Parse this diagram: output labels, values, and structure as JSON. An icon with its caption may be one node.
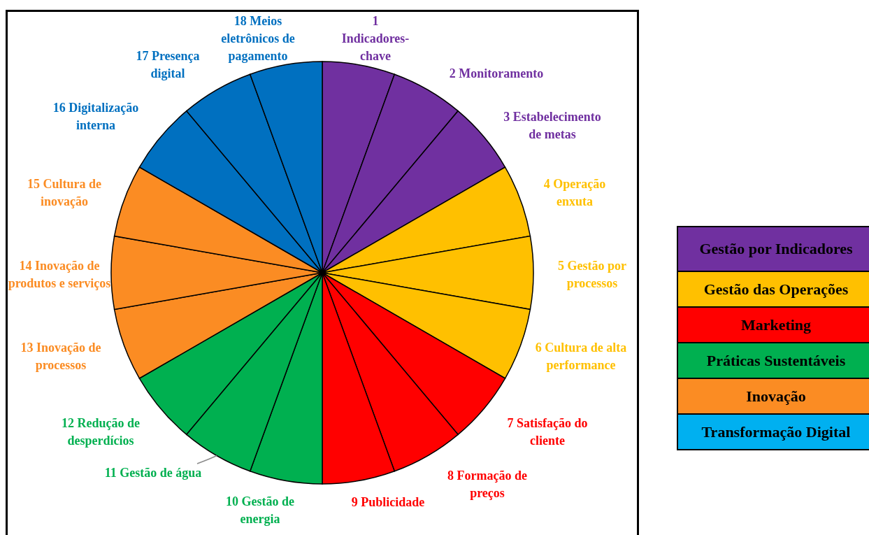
{
  "diagram": {
    "nodes": [
      {
        "text": [
          "11 Gestão de água"
        ]
      },
      {
        "text": [],
        "shape": "wedge"
      }
    ],
    "edges": [
      {
        "from": 0,
        "to": 1,
        "arrow": "none"
      }
    ],
    "labels": [
      "18 Meios eletrônicos de pagamento",
      "1 Indicadores-chave",
      "17 Presença digital",
      "2 Monitoramento",
      "16 Digitalização interna",
      "3 Estabelecimento de metas",
      "15 Cultura de inovação",
      "4 Operação enxuta",
      "14 Inovação de produtos e serviços",
      "5 Gestão por processos",
      "13 Inovação de processos",
      "6 Cultura de alta performance",
      "12 Redução de desperdícios",
      "7 Satisfação do cliente",
      "8 Formação de preços",
      "9 Publicidade",
      "10 Gestão de energia"
    ],
    "legend": [
      {
        "text": "Gestão por Indicadores",
        "color": "#7030a0"
      },
      {
        "text": "Gestão das Operações",
        "color": "#ffc000"
      },
      {
        "text": "Marketing",
        "color": "#ff0000"
      },
      {
        "text": "Práticas Sustentáveis",
        "color": "#00b050"
      },
      {
        "text": "Inovação",
        "color": "#fb8c23"
      },
      {
        "text": "Transformação Digital",
        "color": "#00b0f0"
      }
    ]
  }
}
